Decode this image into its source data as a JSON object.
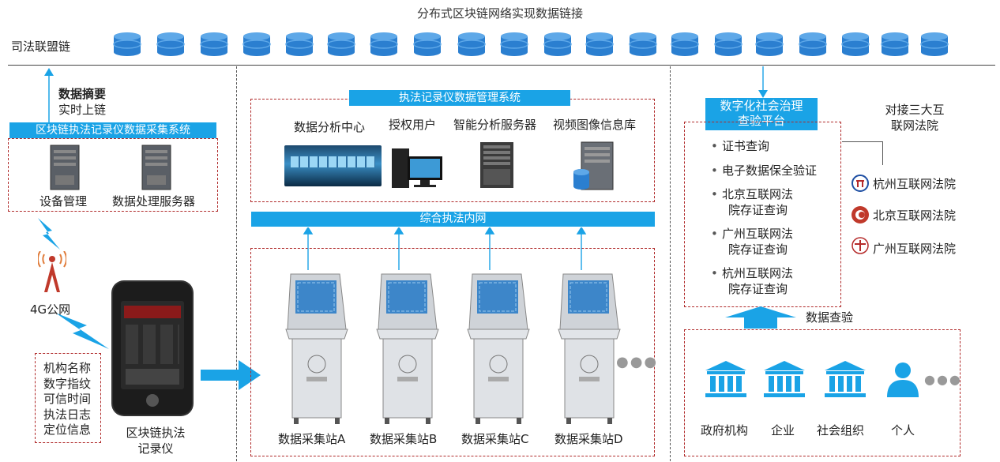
{
  "top_title": "分布式区块链网络实现数据链接",
  "chain_label": "司法联盟链",
  "left": {
    "summary_title": "数据摘要",
    "summary_sub": "实时上链",
    "system_title": "区块链执法记录仪数据采集系统",
    "device_mgmt": "设备管理",
    "data_server": "数据处理服务器",
    "network_4g": "4G公网",
    "info_lines": [
      "机构名称",
      "数字指纹",
      "可信时间",
      "执法日志",
      "定位信息"
    ],
    "recorder_label_1": "区块链执法",
    "recorder_label_2": "记录仪"
  },
  "middle": {
    "system_title": "执法记录仪数据管理系统",
    "items": [
      "数据分析中心",
      "授权用户",
      "智能分析服务器",
      "视频图像信息库"
    ],
    "intranet": "综合执法内网",
    "stations": [
      "数据采集站A",
      "数据采集站B",
      "数据采集站C",
      "数据采集站D"
    ]
  },
  "right": {
    "platform_title_1": "数字化社会治理",
    "platform_title_2": "查验平台",
    "queries": [
      {
        "line1": "证书查询",
        "line2": ""
      },
      {
        "line1": "电子数据保全验证",
        "line2": ""
      },
      {
        "line1": "北京互联网法",
        "line2": "院存证查询"
      },
      {
        "line1": "广州互联网法",
        "line2": "院存证查询"
      },
      {
        "line1": "杭州互联网法",
        "line2": "院存证查询"
      }
    ],
    "connect_title_1": "对接三大互",
    "connect_title_2": "联网法院",
    "courts": [
      "杭州互联网法院",
      "北京互联网法院",
      "广州互联网法院"
    ],
    "verify_label": "数据查验",
    "users": [
      "政府机构",
      "企业",
      "社会组织",
      "个人"
    ]
  },
  "colors": {
    "accent": "#1aa3e6",
    "db_blue": "#2b7fd0",
    "dash_red": "#b02a2a"
  }
}
